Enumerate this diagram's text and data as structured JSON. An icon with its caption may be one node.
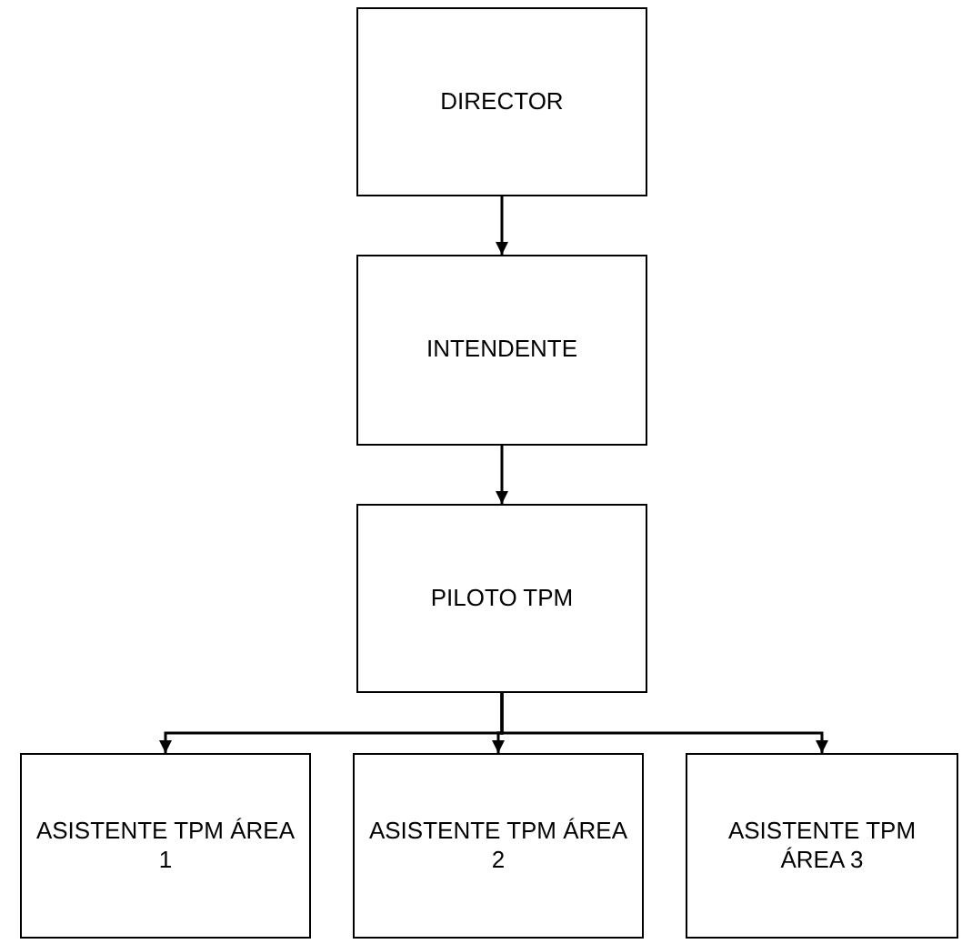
{
  "diagram": {
    "nodes": [
      {
        "text": [
          "DIRECTOR"
        ]
      },
      {
        "text": [
          "INTENDENTE"
        ]
      },
      {
        "text": [
          "PILOTO TPM"
        ]
      },
      {
        "text": [
          "ASISTENTE TPM ÁREA 1"
        ]
      },
      {
        "text": [
          "ASISTENTE TPM ÁREA 2"
        ]
      },
      {
        "text": [
          "ASISTENTE TPM ÁREA 3"
        ]
      }
    ],
    "edges": [
      {
        "from": 0,
        "to": 1,
        "arrow": "to"
      },
      {
        "from": 1,
        "to": 2,
        "arrow": "to"
      },
      {
        "from": 2,
        "to": 3,
        "arrow": "to"
      },
      {
        "from": 2,
        "to": 4,
        "arrow": "to"
      },
      {
        "from": 2,
        "to": 5,
        "arrow": "to"
      }
    ]
  }
}
